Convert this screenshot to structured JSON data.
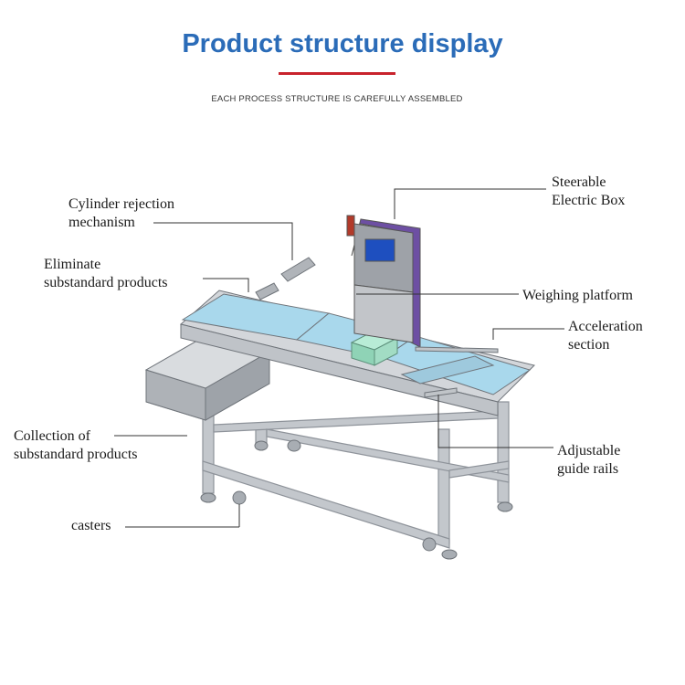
{
  "header": {
    "title": "Product structure display",
    "subtitle": "EACH PROCESS STRUCTURE IS CAREFULLY ASSEMBLED"
  },
  "labels": {
    "cylinder_line1": "Cylinder rejection",
    "cylinder_line2": "mechanism",
    "eliminate_line1": "Eliminate",
    "eliminate_line2": "substandard products",
    "collection_line1": "Collection of",
    "collection_line2": "substandard products",
    "casters": "casters",
    "steerable_line1": "Steerable",
    "steerable_line2": "Electric Box",
    "weighing": "Weighing platform",
    "acceleration_line1": "Acceleration",
    "acceleration_line2": "section",
    "guide_line1": "Adjustable",
    "guide_line2": "guide rails"
  },
  "colors": {
    "title": "#2b6cb8",
    "accent_rule": "#c8232c",
    "belt": "#a9d8ec",
    "frame": "#b8bcc1",
    "box_panel": "#6d4fa3",
    "screen": "#1e4fbf"
  }
}
